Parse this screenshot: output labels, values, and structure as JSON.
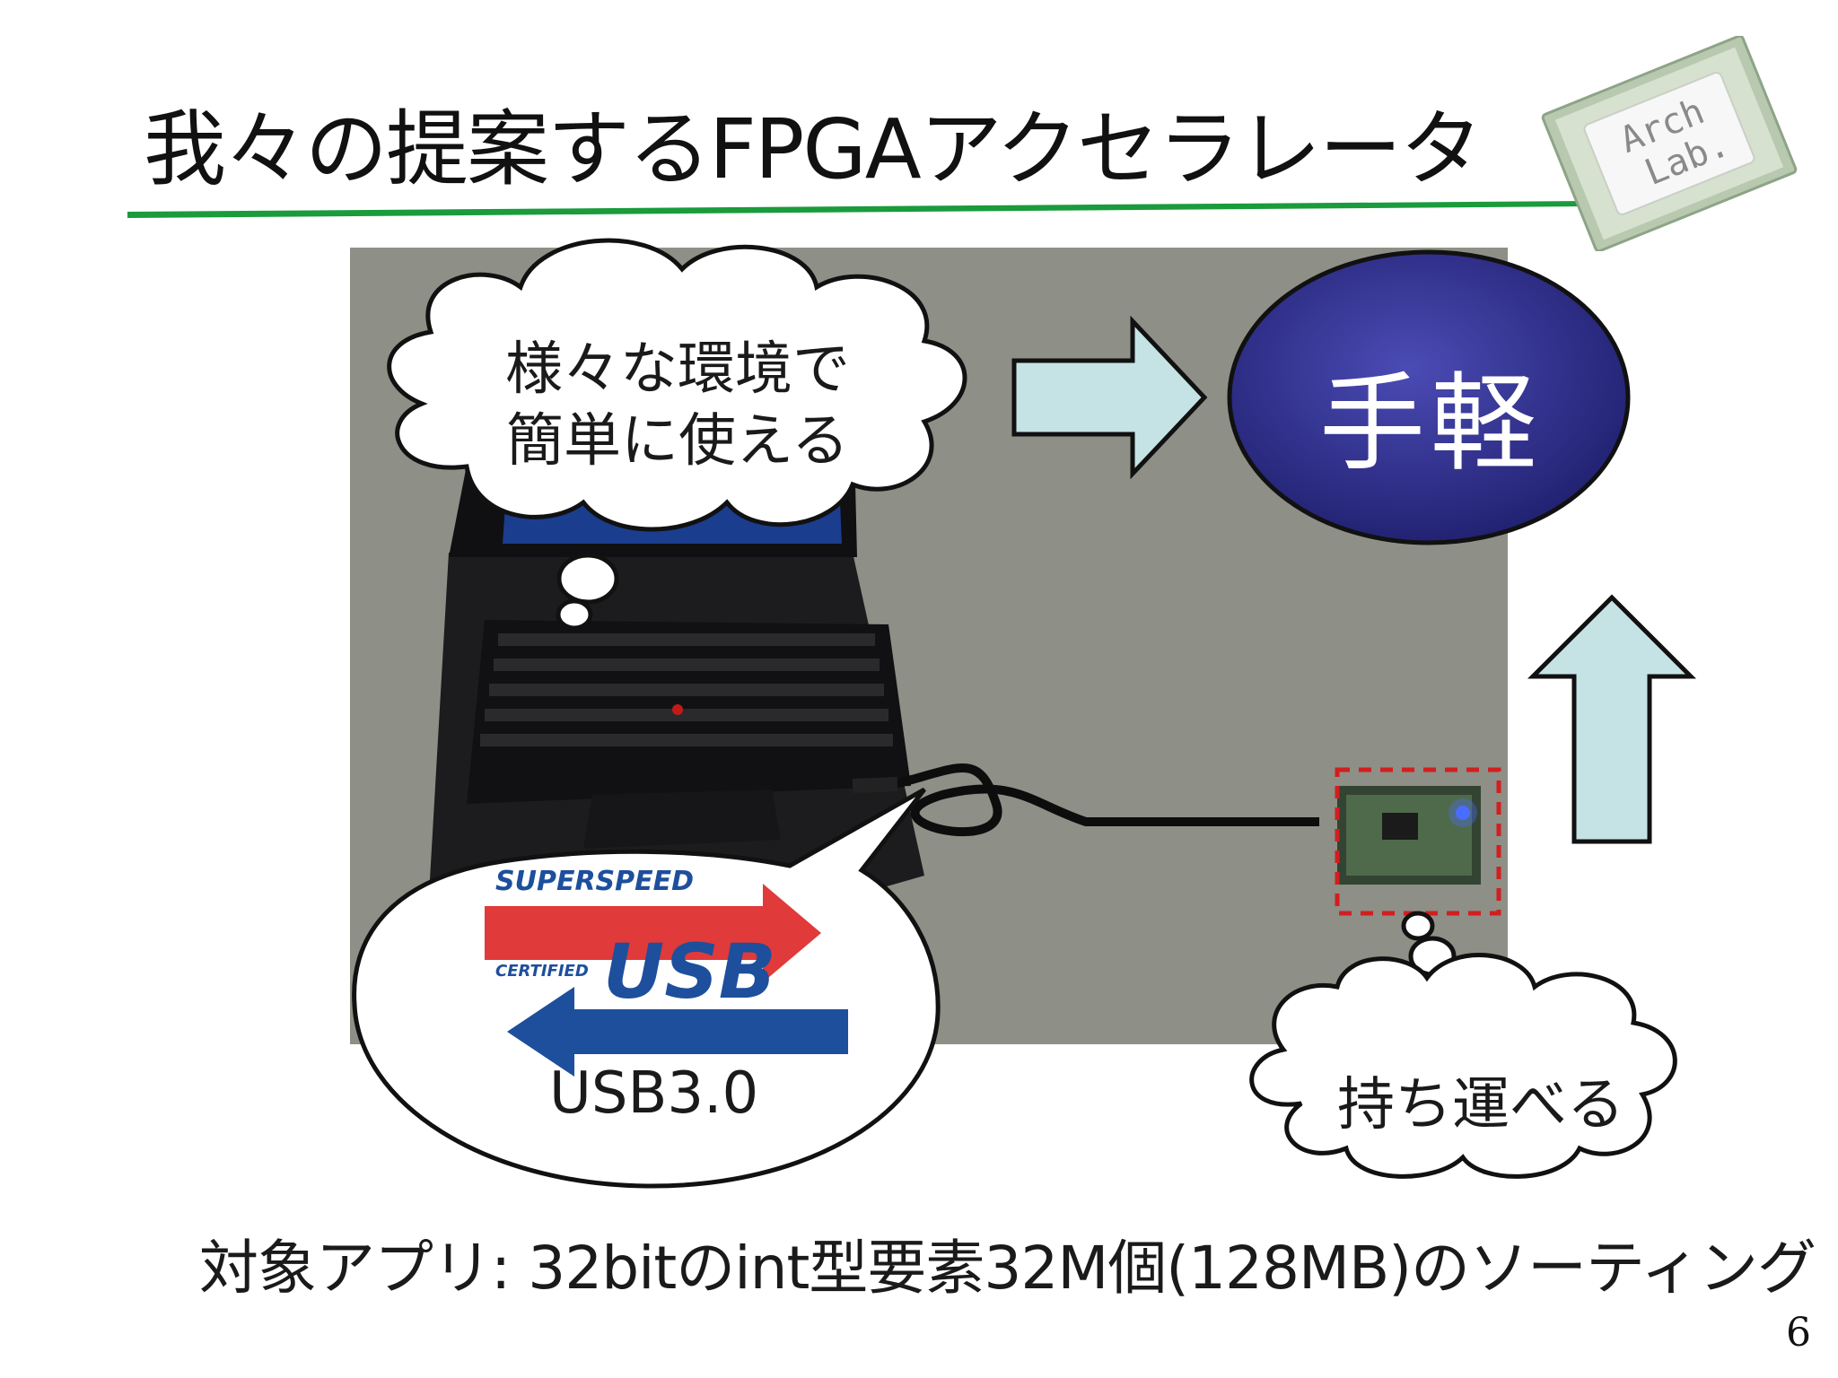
{
  "slide": {
    "title": "我々の提案するFPGAアクセラレータ",
    "logo": {
      "line1": "Arch",
      "line2": "Lab."
    },
    "bubbles": {
      "environment": {
        "line1": "様々な環境で",
        "line2": "簡単に使える"
      },
      "usb": {
        "logo_top": "SUPERSPEED",
        "logo_certified": "CERTIFIED",
        "logo_main": "USB",
        "caption": "USB3.0"
      },
      "portable": {
        "text": "持ち運べる"
      }
    },
    "result": {
      "text": "手軽"
    },
    "target_app": "対象アプリ: 32bitのint型要素32M個(128MB)のソーティング",
    "page_number": "6"
  },
  "colors": {
    "title_rule": "#1a9b3c",
    "arrow_fill": "#c5e3e5",
    "pill_fill": "#2e2e8e",
    "usb_red": "#e03a3a",
    "usb_blue": "#1d4f9c",
    "dashed_box": "#d11f1f"
  }
}
